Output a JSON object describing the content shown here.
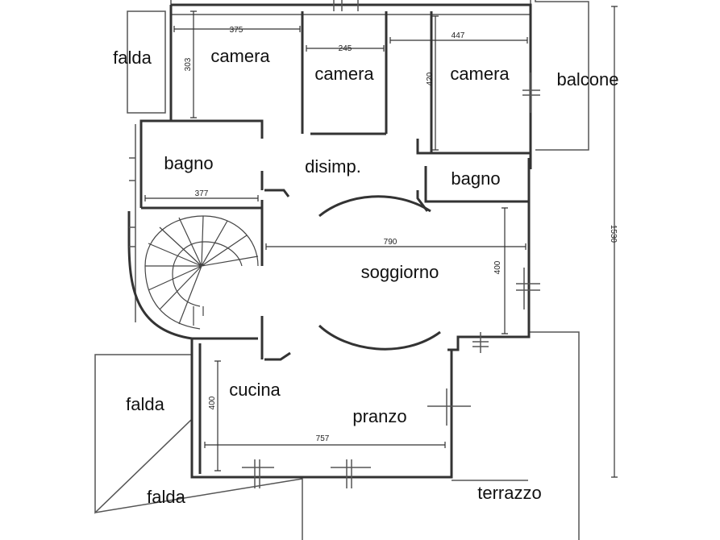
{
  "rooms": {
    "falda_top": "falda",
    "camera_left": "camera",
    "camera_mid": "camera",
    "camera_right": "camera",
    "balcone": "balcone",
    "bagno_left": "bagno",
    "disimp": "disimp.",
    "bagno_right": "bagno",
    "soggiorno": "soggiorno",
    "cucina": "cucina",
    "pranzo": "pranzo",
    "falda_left": "falda",
    "falda_bottom": "falda",
    "terrazzo": "terrazzo"
  },
  "dimensions": {
    "camera_left_w": "375",
    "camera_left_h": "303",
    "camera_mid_w": "245",
    "camera_right_w": "447",
    "camera_right_h": "420",
    "bagno_left_w": "377",
    "soggiorno_w": "790",
    "soggiorno_h": "400",
    "cucina_h": "400",
    "pranzo_w": "757",
    "total_h": "1530"
  }
}
